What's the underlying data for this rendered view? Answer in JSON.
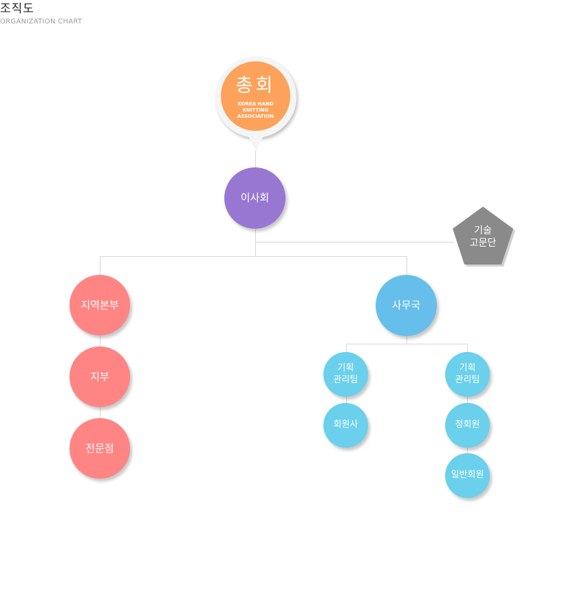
{
  "header": {
    "title": "조직도",
    "subtitle": "ORGANIZATION CHART"
  },
  "colors": {
    "general_assembly": "#fca25a",
    "board": "#9877d3",
    "advisory": "#8a8a8a",
    "regional": "#fe8584",
    "secretariat": "#66bfeb",
    "team": "#6ad0ec",
    "connector": "#d7d7d7"
  },
  "nodes": {
    "general_assembly": {
      "label": "총회",
      "sub": "KOREA HAND KNITTING\nASSOCIATION"
    },
    "board": {
      "label": "이사회"
    },
    "advisory": {
      "label": "기술\n고문단"
    },
    "regional_hq": {
      "label": "지역본부"
    },
    "branch": {
      "label": "지부"
    },
    "specialty_store": {
      "label": "전문점"
    },
    "secretariat": {
      "label": "사무국"
    },
    "planning_team_a": {
      "label": "기획\n관리팀"
    },
    "member_company": {
      "label": "회원사"
    },
    "planning_team_b": {
      "label": "기획\n관리팀"
    },
    "regular_member": {
      "label": "정회원"
    },
    "general_member": {
      "label": "일반회원"
    }
  }
}
